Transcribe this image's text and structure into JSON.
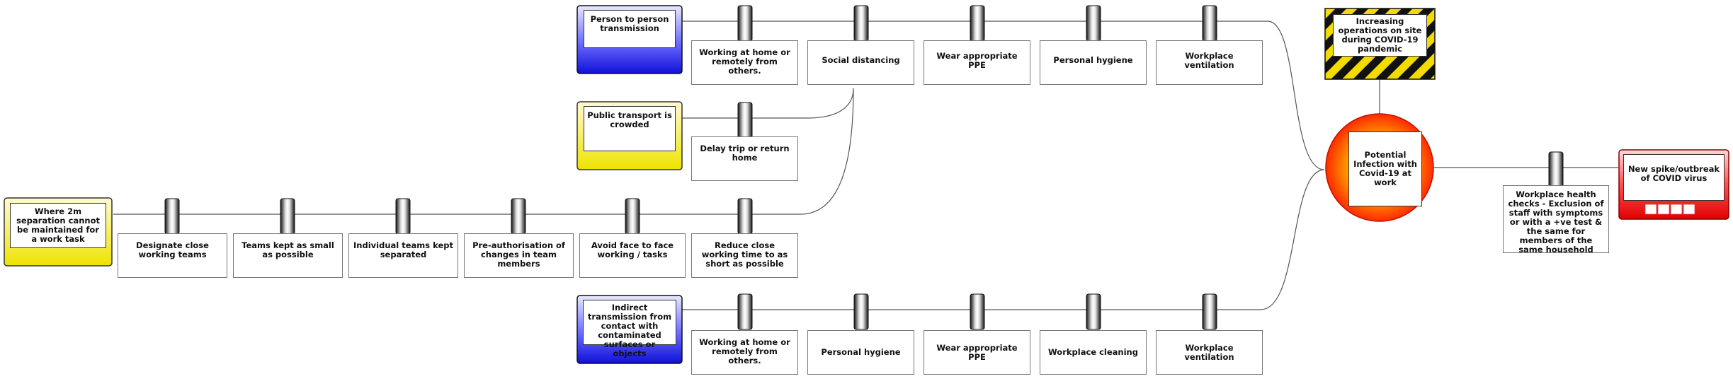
{
  "top_event": "Potential Infection with Covid-19 at work",
  "hazard": "Increasing operations on site during COVID-19 pandemic",
  "consequence": "New spike/outbreak of COVID virus",
  "threats": {
    "person": "Person to person transmission",
    "transport": "Public transport is crowded",
    "separation": "Where 2m separation cannot be maintained for a work task",
    "indirect": "Indirect transmission from contact with contaminated surfaces or objects"
  },
  "barriers": {
    "person": [
      "Working at home or remotely from others.",
      "Social distancing",
      "Wear appropriate PPE",
      "Personal hygiene",
      "Workplace ventilation"
    ],
    "transport": [
      "Delay trip or return home"
    ],
    "separation": [
      "Designate close working teams",
      "Teams kept as small as possible",
      "Individual teams kept separated",
      "Pre-authorisation of changes in team members",
      "Avoid face to face working / tasks",
      "Reduce close working time to as short as possible"
    ],
    "indirect": [
      "Working at home or remotely from others.",
      "Personal hygiene",
      "Wear appropriate PPE",
      "Workplace cleaning",
      "Workplace ventilation"
    ],
    "consequence": [
      "Workplace health checks - Exclusion of staff with symptoms or with a +ve test & the same for members of the same household"
    ]
  },
  "colors": {
    "threat_blue": "#1a1adc",
    "threat_yellow": "#f2ec0c",
    "top_event_orange": "#ff8a00",
    "top_event_red": "#ff1a00",
    "consequence_red": "#e8121a",
    "hazard_stripe": "#f2dc00"
  },
  "icons": {
    "barrier": "barrier-bar-icon",
    "hazard": "hazard-stripes-icon"
  }
}
